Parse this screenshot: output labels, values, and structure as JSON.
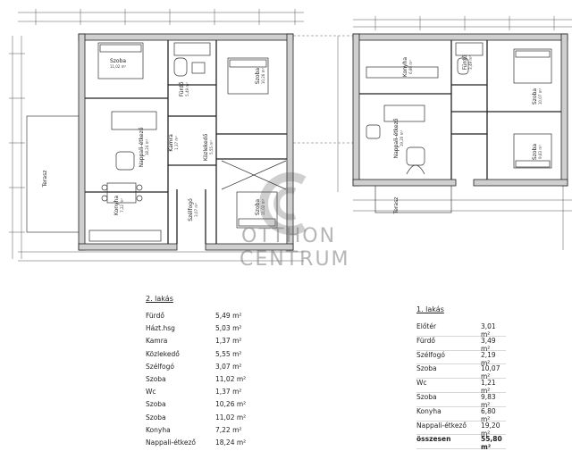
{
  "watermark": {
    "line1": "OTTHON",
    "line2": "CENTRUM"
  },
  "plan_left": {
    "rooms": [
      {
        "name": "Szoba",
        "area": "11,02 m²"
      },
      {
        "name": "Fürdő",
        "area": "5,49 m²"
      },
      {
        "name": "Szoba",
        "area": "10,26 m²"
      },
      {
        "name": "Nappali-étkező",
        "area": "18,24 m²"
      },
      {
        "name": "Kamra",
        "area": "1,37 m²"
      },
      {
        "name": "Közlekedő",
        "area": "5,55 m²"
      },
      {
        "name": "Terasz",
        "area": ""
      },
      {
        "name": "Konyha",
        "area": "7,22 m²"
      },
      {
        "name": "Szélfogó",
        "area": "3,07 m²"
      },
      {
        "name": "Szoba",
        "area": "11,02 m²"
      }
    ]
  },
  "plan_right": {
    "rooms": [
      {
        "name": "Konyha",
        "area": "6,80 m²"
      },
      {
        "name": "Fürdő",
        "area": "3,49 m²"
      },
      {
        "name": "Szoba",
        "area": "10,07 m²"
      },
      {
        "name": "Nappali-étkező",
        "area": "19,20 m²"
      },
      {
        "name": "Szoba",
        "area": "9,83 m²"
      },
      {
        "name": "Terasz",
        "area": ""
      }
    ]
  },
  "table_2": {
    "header": "2. lakás",
    "rows": [
      {
        "name": "Fürdő",
        "area": "5,49 m²"
      },
      {
        "name": "Házt.hsg",
        "area": "5,03 m²"
      },
      {
        "name": "Kamra",
        "area": "1,37 m²"
      },
      {
        "name": "Közlekedő",
        "area": "5,55 m²"
      },
      {
        "name": "Szélfogó",
        "area": "3,07 m²"
      },
      {
        "name": "Szoba",
        "area": "11,02 m²"
      },
      {
        "name": "Wc",
        "area": "1,37 m²"
      },
      {
        "name": "Szoba",
        "area": "10,26 m²"
      },
      {
        "name": "Szoba",
        "area": "11,02 m²"
      },
      {
        "name": "Konyha",
        "area": "7,22 m²"
      },
      {
        "name": "Nappali-étkező",
        "area": "18,24 m²"
      }
    ]
  },
  "table_1": {
    "header": "1. lakás",
    "rows": [
      {
        "name": "Előtér",
        "area": "3,01 m²"
      },
      {
        "name": "Fürdő",
        "area": "3,49 m²"
      },
      {
        "name": "Szélfogó",
        "area": "2,19 m²"
      },
      {
        "name": "Szoba",
        "area": "10,07 m²"
      },
      {
        "name": "Wc",
        "area": "1,21 m²"
      },
      {
        "name": "Szoba",
        "area": "9,83 m²"
      },
      {
        "name": "Konyha",
        "area": "6,80 m²"
      },
      {
        "name": "Nappali-étkező",
        "area": "19,20 m²"
      },
      {
        "name": "összesen",
        "area": "55,80 m²"
      }
    ]
  }
}
